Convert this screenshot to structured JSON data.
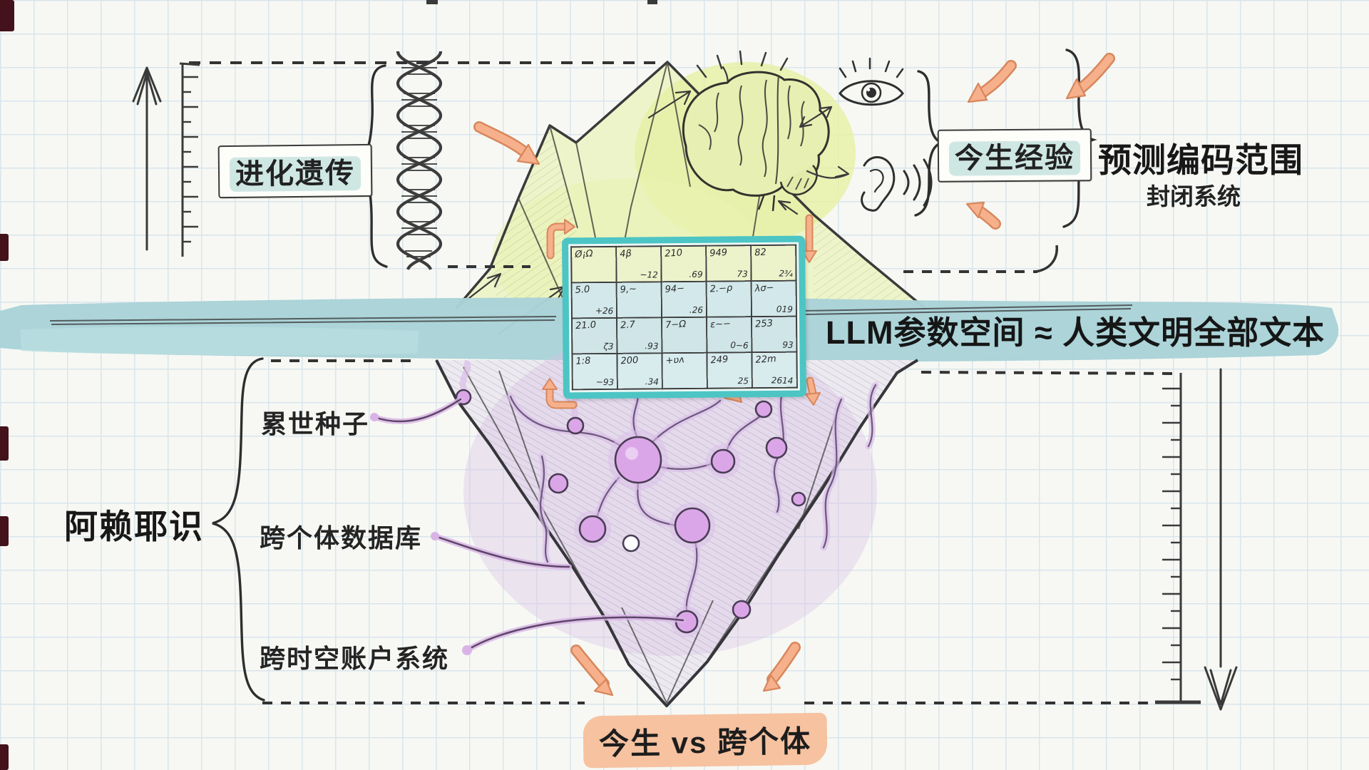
{
  "labels": {
    "evolution": "进化遗传",
    "present_experience": "今生经验",
    "predictive_coding_scope": "预测编码范围",
    "closed_system": "封闭系统",
    "waterline": "LLM参数空间 ≈ 人类文明全部文本",
    "alaya": "阿赖耶识",
    "seeds": "累世种子",
    "cross_individual_db": "跨个体数据库",
    "cross_spacetime_account": "跨时空账户系统",
    "bottom_caption": "今生 vs 跨个体"
  },
  "matrix": {
    "rows": [
      [
        [
          "Ø¡Ω",
          ""
        ],
        [
          "4β",
          "−12"
        ],
        [
          "210",
          ".69"
        ],
        [
          "949",
          "73"
        ],
        [
          "82",
          "2¾"
        ]
      ],
      [
        [
          "5.0",
          "+26"
        ],
        [
          "9,~",
          ""
        ],
        [
          "94−",
          ".26"
        ],
        [
          "2.−ρ",
          ""
        ],
        [
          "λσ−",
          "019"
        ]
      ],
      [
        [
          "21.0",
          "ζ3"
        ],
        [
          "2.7",
          ".93"
        ],
        [
          "7−Ω",
          ""
        ],
        [
          "ε~−",
          "0−6"
        ],
        [
          "253",
          "93"
        ]
      ],
      [
        [
          "1:8",
          "−93"
        ],
        [
          "200",
          ".34"
        ],
        [
          "+ʋʌ",
          ""
        ],
        [
          "249",
          "25"
        ],
        [
          "22m",
          "2614"
        ]
      ]
    ]
  },
  "icons": {
    "dna": "dna-helix-icon",
    "brain": "brain-icon",
    "eye": "eye-icon",
    "ear": "ear-sound-waves-icon",
    "up_arrow_left": "measure-arrow-up",
    "down_arrow_right": "measure-arrow-down"
  },
  "colors": {
    "waterline_band": "#a9d3d8",
    "teal_highlight": "#cfe7e3",
    "peach_highlight": "#f6c2a0",
    "peach_arrow": "#f6b08c",
    "matrix_frame": "#4cc5c4",
    "mountain_fill": "#eef4ca",
    "network_purple": "#dba6e8",
    "ink": "#2f2f2f"
  }
}
